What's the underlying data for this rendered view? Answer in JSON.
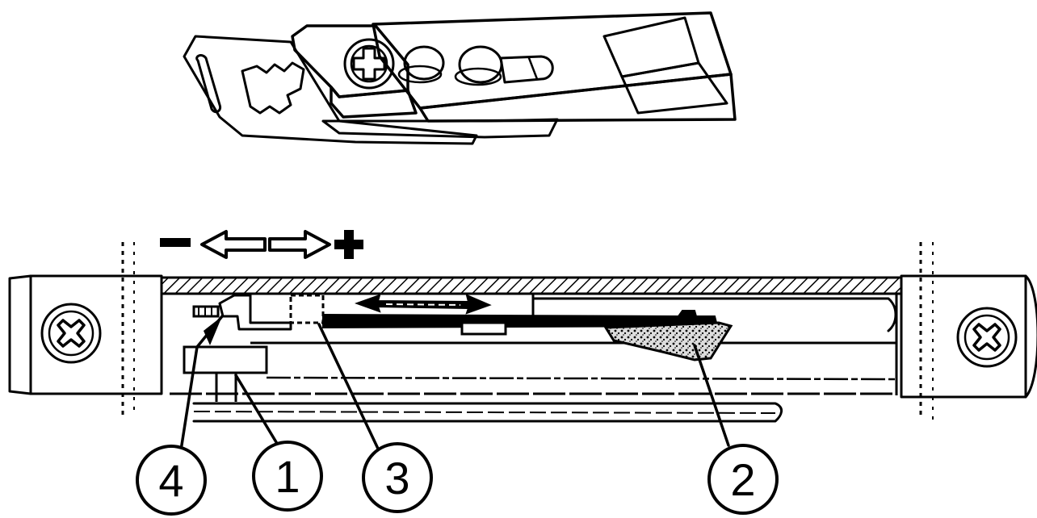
{
  "diagram": {
    "direction_indicator": {
      "minus_sign": "−",
      "plus_sign": "+"
    },
    "callouts": [
      {
        "id": "4",
        "label": "4"
      },
      {
        "id": "1",
        "label": "1"
      },
      {
        "id": "3",
        "label": "3"
      },
      {
        "id": "2",
        "label": "2"
      }
    ],
    "colors": {
      "ink": "#000000",
      "paper": "#ffffff"
    },
    "icons": [
      "phillips-screw-icon",
      "double-arrow-icon",
      "adjustment-arrows-icon"
    ]
  }
}
